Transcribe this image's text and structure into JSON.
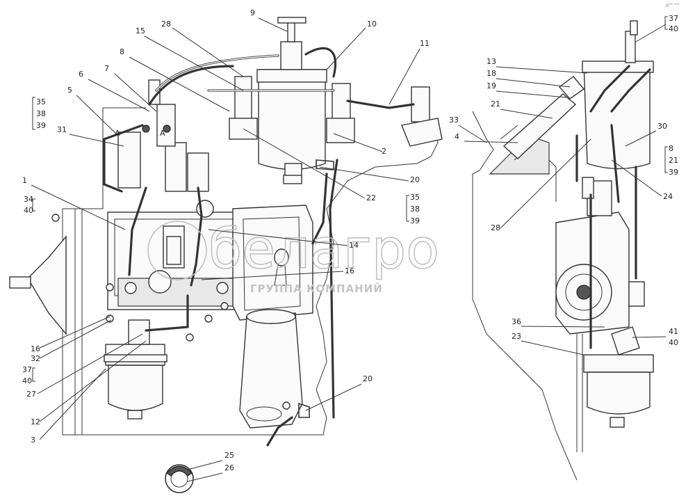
{
  "corner_mark": "д°° ⁿⁿⁿ",
  "watermark": {
    "brand": "белагро",
    "tagline": "ГРУППА КОМПАНИЙ"
  },
  "section_letters": {
    "a_left": "A",
    "a_right": "A"
  },
  "labels": [
    "9",
    "28",
    "10",
    "15",
    "11",
    "8",
    "6",
    "7",
    "5",
    "35",
    "38",
    "39",
    "31",
    "1",
    "34",
    "40",
    "33",
    "4",
    "2",
    "20",
    "22",
    "35",
    "38",
    "39",
    "14",
    "16",
    "16",
    "32",
    "37",
    "40",
    "27",
    "12",
    "3",
    "20",
    "25",
    "26",
    "37",
    "40",
    "13",
    "18",
    "19",
    "21",
    "30",
    "8",
    "21",
    "39",
    "24",
    "28",
    "36",
    "41",
    "40",
    "23"
  ]
}
